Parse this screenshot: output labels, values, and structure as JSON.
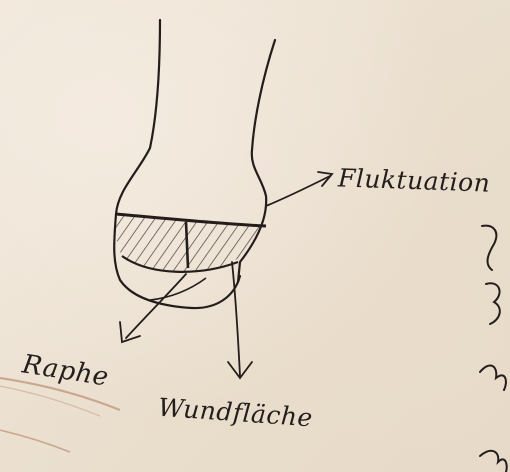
{
  "labels": {
    "top": "Fluktuation",
    "left": "Raphe",
    "bottom": "Wundfläche"
  },
  "colors": {
    "ink": "#231e1c",
    "paper": "#efe4d6",
    "stain": "#b07a5c"
  },
  "icons": {
    "figure": "finger-sketch-icon"
  }
}
